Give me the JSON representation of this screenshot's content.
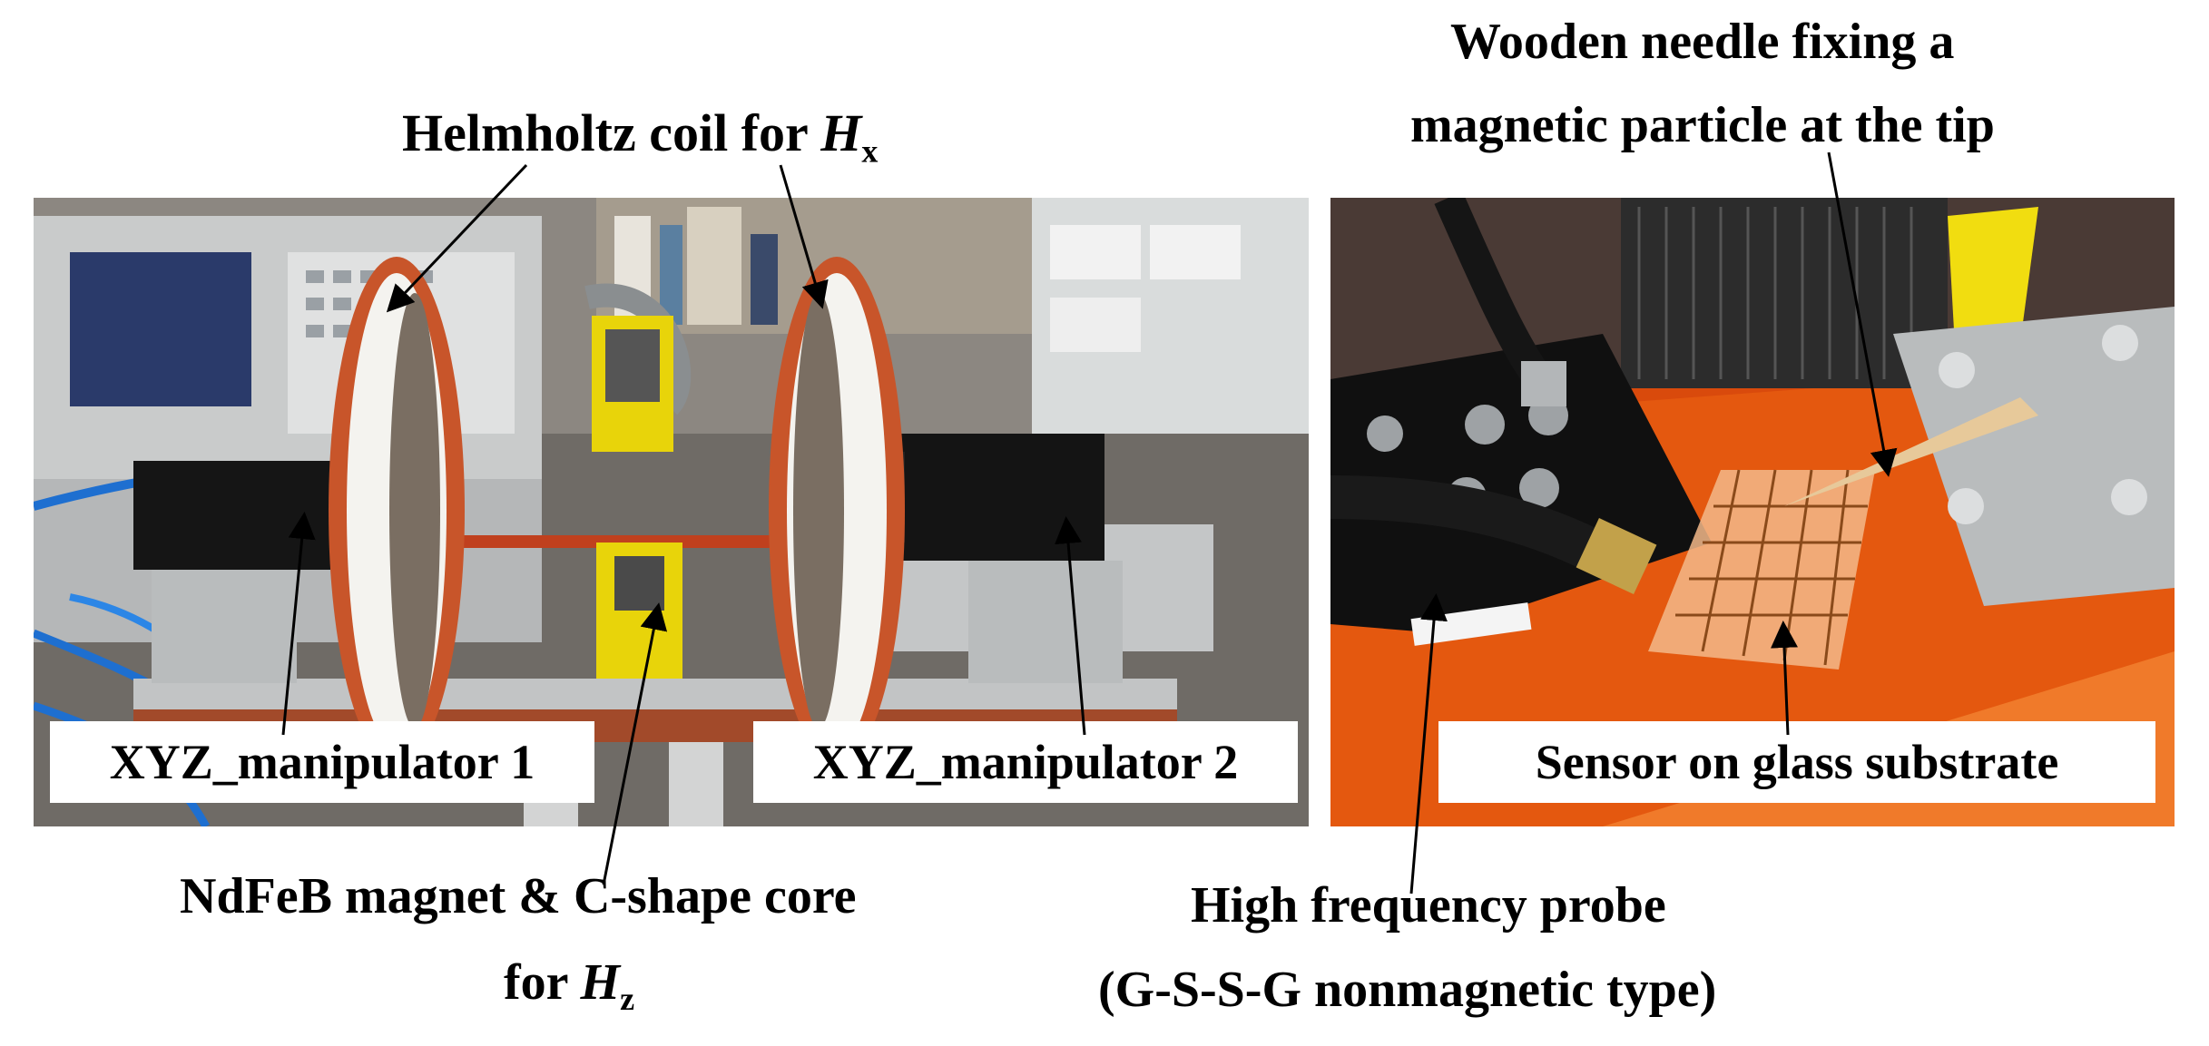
{
  "labels": {
    "helmholtz_prefix": "Helmholtz coil for ",
    "helmholtz_var": "H",
    "helmholtz_sub": "x",
    "needle_line1": "Wooden needle fixing a",
    "needle_line2": "magnetic particle at the tip",
    "manipulator1": "XYZ_manipulator  1",
    "manipulator2": "XYZ_manipulator  2",
    "sensor": "Sensor on glass substrate",
    "magnet_line1": "NdFeB magnet & C-shape core",
    "magnet_prefix": "for  ",
    "magnet_var": "H",
    "magnet_sub": "z",
    "probe_line1": "High frequency probe",
    "probe_line2": "(G-S-S-G nonmagnetic type)"
  },
  "colors": {
    "orange_coil": "#c8552a",
    "bench_blue": "#1e6fd0",
    "tape_yellow": "#e8d40a",
    "board_orange": "#e4580f",
    "aluminum": "#b9bcbd"
  }
}
